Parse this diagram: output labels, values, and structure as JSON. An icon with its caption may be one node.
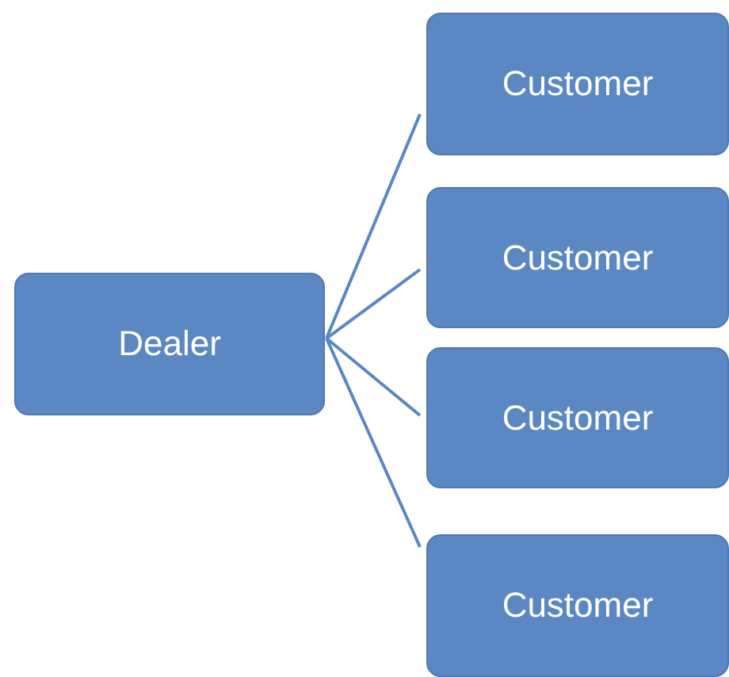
{
  "diagram": {
    "nodes": [
      {
        "text": [
          "Dealer"
        ]
      },
      {
        "text": [
          "Customer"
        ]
      },
      {
        "text": [
          "Customer"
        ]
      },
      {
        "text": [
          "Customer"
        ]
      },
      {
        "text": [
          "Customer"
        ]
      }
    ],
    "edges": [
      {
        "from": 0,
        "to": 1,
        "arrow": "none"
      },
      {
        "from": 0,
        "to": 2,
        "arrow": "none"
      },
      {
        "from": 0,
        "to": 3,
        "arrow": "none"
      },
      {
        "from": 0,
        "to": 4,
        "arrow": "none"
      }
    ]
  }
}
